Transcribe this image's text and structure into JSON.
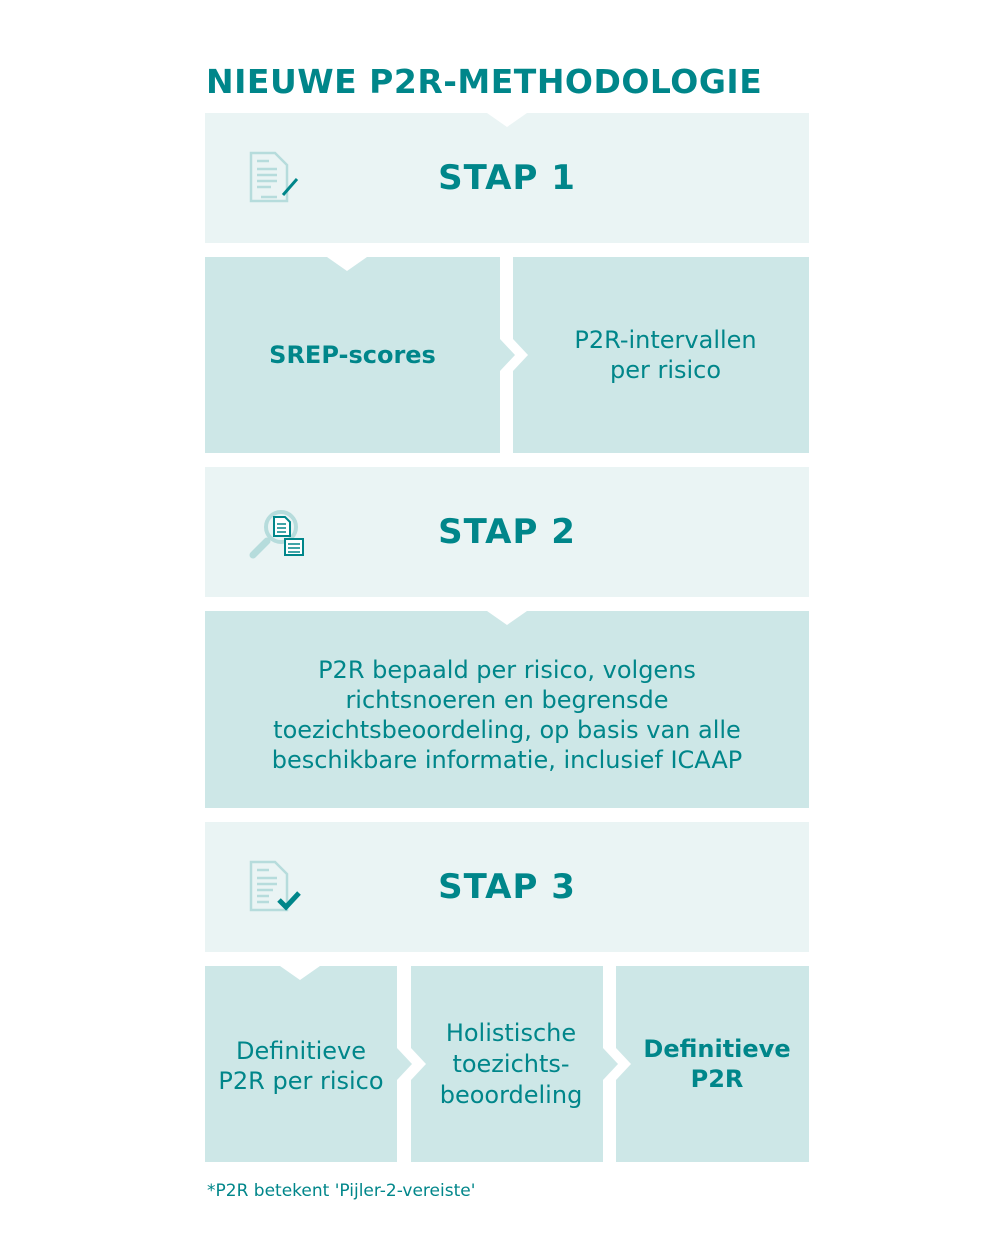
{
  "title": "NIEUWE P2R-METHODOLOGIE",
  "steps": [
    {
      "label": "STAP 1",
      "icon": "document-edit-icon"
    },
    {
      "label": "STAP 2",
      "icon": "magnifier-document-icon"
    },
    {
      "label": "STAP 3",
      "icon": "document-check-icon"
    }
  ],
  "step1_boxes": [
    "SREP-scores",
    "P2R-intervallen per risico"
  ],
  "step2_box": "P2R bepaald per risico, volgens richtsnoeren en begrensde toezichtsbeoordeling, op basis van alle beschikbare informatie, inclusief  ICAAP",
  "step3_boxes": [
    "Definitieve P2R per risico",
    "Holistische toezichts-beoordeling",
    "Definitieve P2R"
  ],
  "footnote": "*P2R betekent 'Pijler-2-vereiste'",
  "colors": {
    "teal": "#00868a",
    "light": "#eaf4f4",
    "medium": "#cde7e7"
  }
}
